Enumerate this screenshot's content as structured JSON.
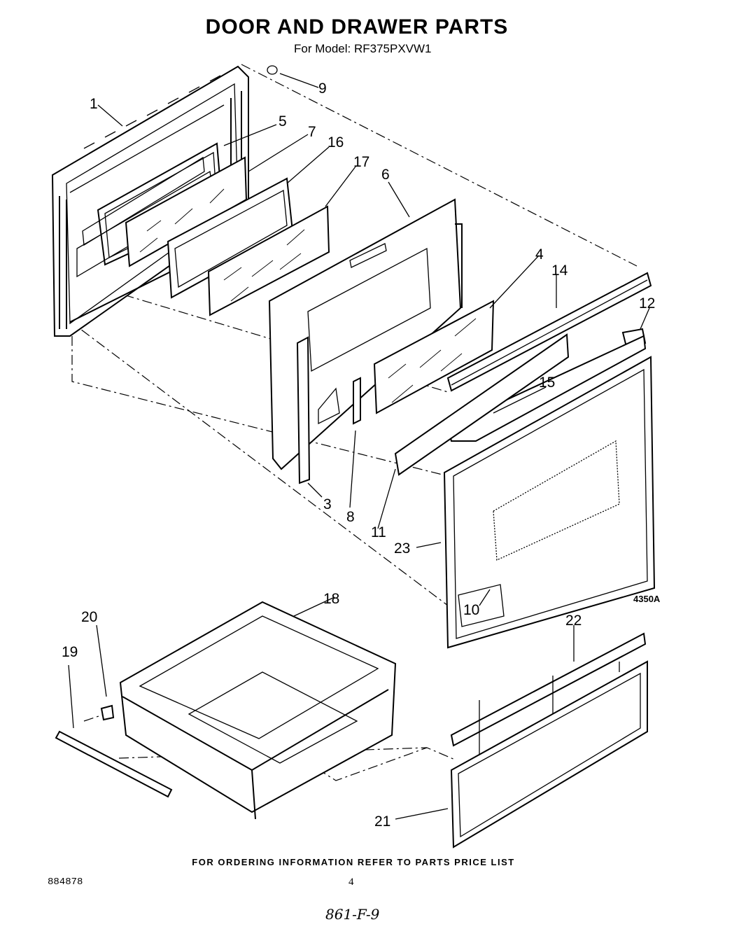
{
  "header": {
    "title": "DOOR AND DRAWER PARTS",
    "subtitle": "For Model: RF375PXVW1"
  },
  "diagram": {
    "callouts": [
      "1",
      "5",
      "7",
      "16",
      "17",
      "6",
      "9",
      "4",
      "14",
      "12",
      "15",
      "3",
      "8",
      "11",
      "23",
      "10",
      "18",
      "20",
      "19",
      "22",
      "21"
    ],
    "reference_code": "4350A"
  },
  "footer": {
    "ordering_note": "FOR ORDERING INFORMATION REFER TO PARTS PRICE LIST",
    "doc_number": "884878",
    "page_number": "4",
    "handwritten_note": "861-F-9"
  }
}
